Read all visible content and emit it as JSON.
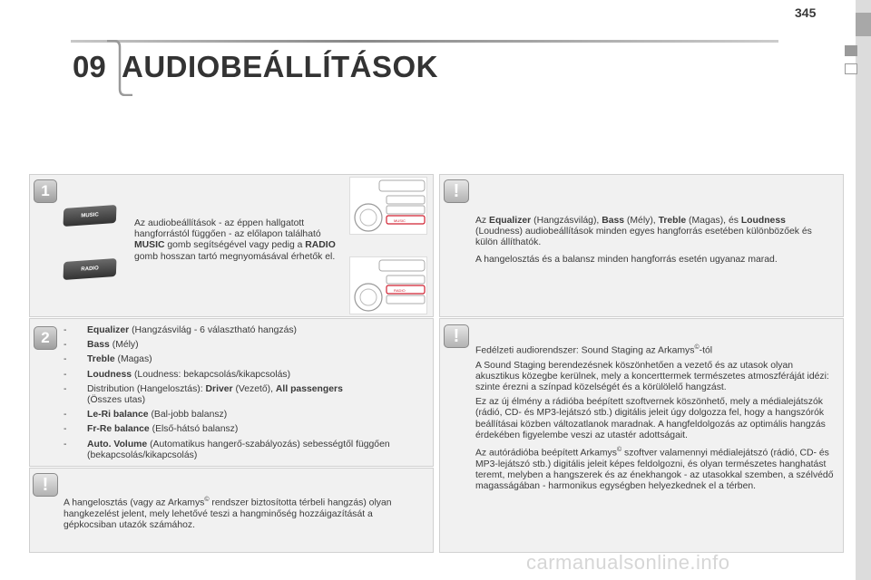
{
  "page": {
    "number": "345",
    "chapter_num": "09",
    "chapter_title": "AUDIOBEÁLLÍTÁSOK"
  },
  "step1": {
    "badge": "1",
    "btn_music": "MUSIC",
    "btn_radio": "RADIO",
    "text_parts": [
      "Az audiobeállítások - az éppen hallgatott hangforrástól függően - az előlapon található ",
      "MUSIC",
      " gomb segítségével vagy pedig a ",
      "RADIO",
      " gomb hosszan tartó megnyomásával érhetők el."
    ]
  },
  "step2": {
    "badge": "2",
    "items": [
      {
        "bold": "Equalizer",
        "rest": " (Hangzásvilág - 6 választható hangzás)"
      },
      {
        "bold": "Bass",
        "rest": " (Mély)"
      },
      {
        "bold": "Treble",
        "rest": " (Magas)"
      },
      {
        "bold": "Loudness",
        "rest": " (Loudness: bekapcsolás/kikapcsolás)"
      },
      {
        "pre": "Distribution (Hangelosztás): ",
        "bold": "Driver",
        "mid": " (Vezető), ",
        "bold2": "All passengers",
        "rest": " (Összes utas)"
      },
      {
        "bold": "Le-Ri balance",
        "rest": " (Bal-jobb balansz)"
      },
      {
        "bold": "Fr-Re balance",
        "rest": " (Első-hátsó balansz)"
      },
      {
        "bold": "Auto. Volume",
        "rest": " (Automatikus hangerő-szabályozás) sebességtől függően (bekapcsolás/kikapcsolás)"
      }
    ]
  },
  "warn_left": {
    "badge": "!",
    "text_a": "A hangelosztás (vagy az Arkamys",
    "sup": "©",
    "text_b": " rendszer biztosította térbeli hangzás) olyan hangkezelést jelent, mely lehetővé teszi a hangminőség hozzáigazítását a gépkocsiban utazók számához."
  },
  "warn_right_top": {
    "badge": "!",
    "p1_parts": [
      "Az ",
      "Equalizer",
      " (Hangzásvilág), ",
      "Bass",
      " (Mély), ",
      "Treble",
      " (Magas), és ",
      "Loudness",
      " (Loudness) audiobeállítások minden egyes hangforrás esetében különbözőek és külön állíthatók."
    ],
    "p2": "A hangelosztás és a balansz minden hangforrás esetén ugyanaz marad."
  },
  "warn_right_bottom": {
    "badge": "!",
    "p1a": "Fedélzeti audiorendszer: Sound Staging az Arkamys",
    "p1sup": "©",
    "p1b": "-tól",
    "p2": "A Sound Staging berendezésnek köszönhetően a vezető és az utasok olyan akusztikus közegbe kerülnek, mely a koncerttermek természetes atmoszféráját idézi: szinte érezni a színpad közelségét és a körülölelő hangzást.",
    "p3": "Ez az új élmény a rádióba beépített szoftvernek köszönhető, mely a médialejátszók (rádió, CD- és MP3-lejátszó stb.) digitális jeleit úgy dolgozza fel, hogy a hangszórók beállításai közben változatlanok maradnak. A hangfeldolgozás az optimális hangzás érdekében figyelembe veszi az utastér adottságait.",
    "p4a": "Az autórádióba beépített Arkamys",
    "p4sup": "©",
    "p4b": " szoftver valamennyi médialejátszó (rádió, CD- és MP3-lejátszó stb.) digitális jeleit képes feldolgozni, és olyan természetes hanghatást teremt, melyben a hangszerek és az énekhangok - az utasokkal szemben, a szélvédő magasságában - harmonikus egységben helyezkednek el a térben."
  },
  "watermark": "carmanualsonline.info",
  "colors": {
    "box_bg": "#f1f1f1",
    "badge_grey": "#9c9c9c",
    "radio_red": "#d02030"
  }
}
